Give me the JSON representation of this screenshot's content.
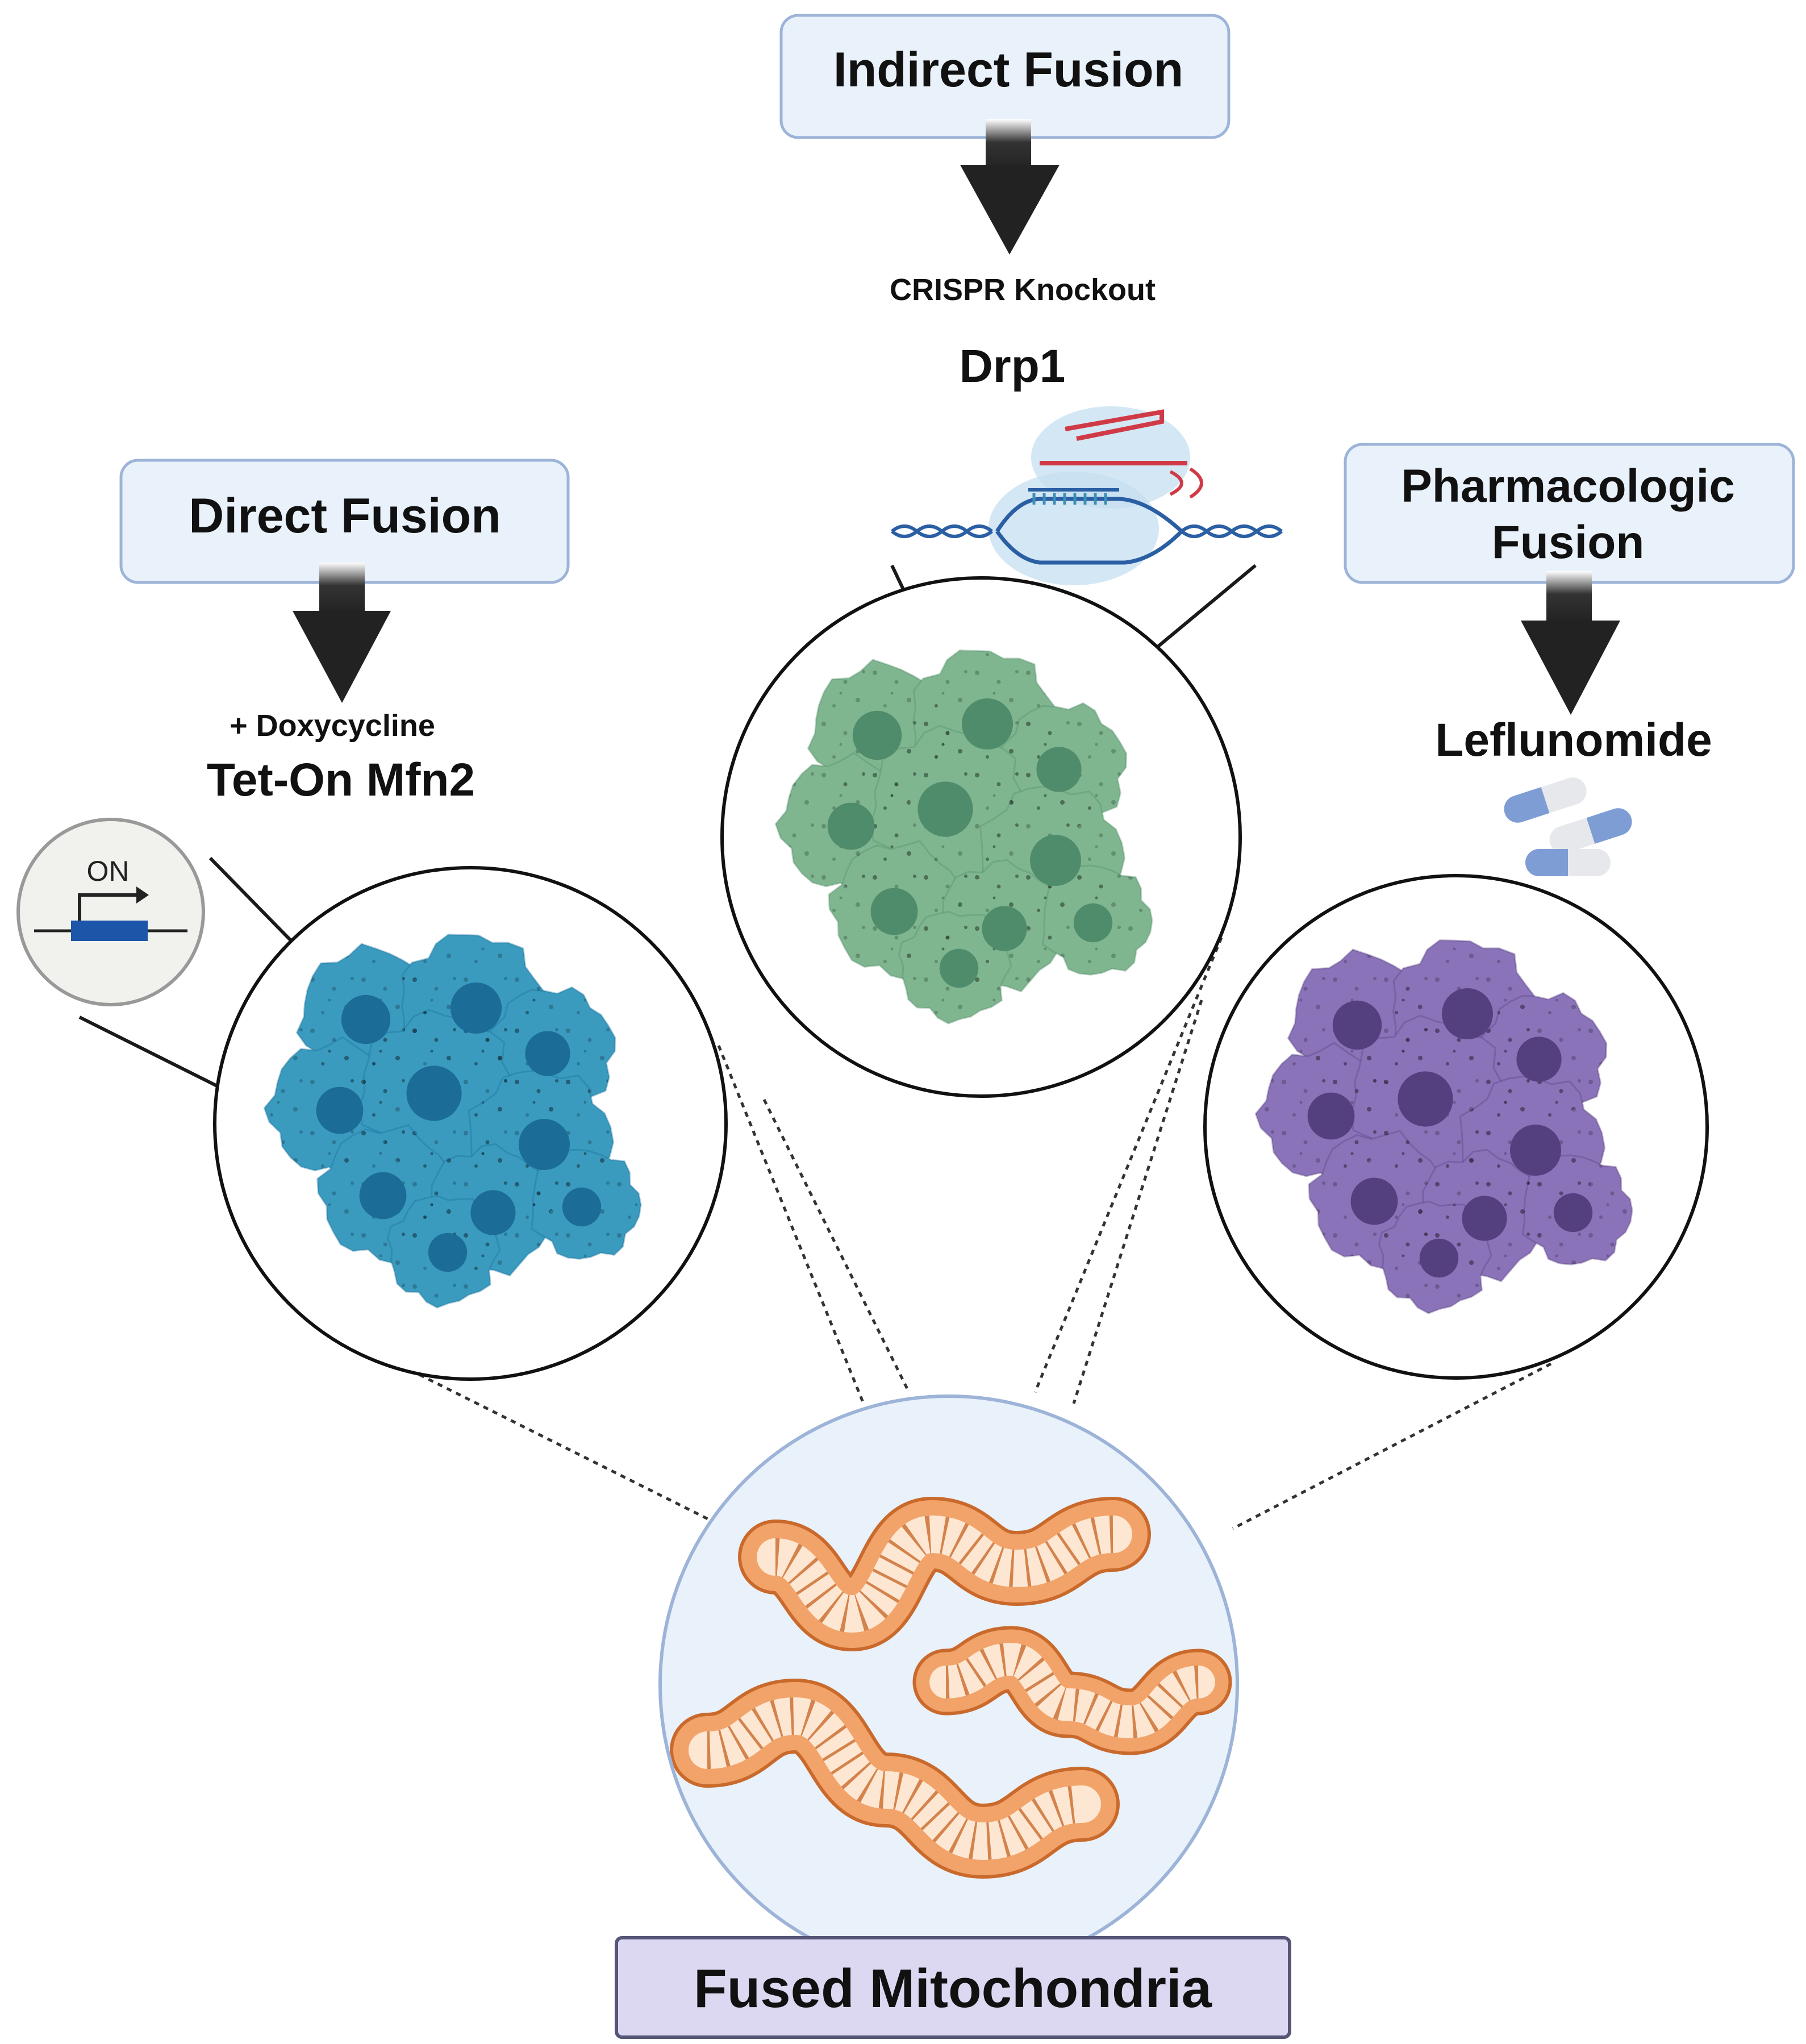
{
  "direct": {
    "title": "Direct Fusion",
    "treatment": "+ Doxycycline",
    "construct": "Tet-On Mfn2",
    "promoter_badge": "ON",
    "cell_color": "#3a9bbf",
    "nucleus_color": "#1b6d97"
  },
  "indirect": {
    "title": "Indirect Fusion",
    "method": "CRISPR Knockout",
    "target": "Drp1",
    "cell_color": "#7fb68f",
    "nucleus_color": "#4f8c6b"
  },
  "pharmacologic": {
    "title_line1": "Pharmacologic",
    "title_line2": "Fusion",
    "drug": "Leflunomide",
    "cell_color": "#8a73b8",
    "nucleus_color": "#55407f"
  },
  "outcome": {
    "label": "Fused Mitochondria",
    "mito_color": "#f2a36a",
    "mito_outline": "#c96a2c"
  },
  "colors": {
    "box_fill": "#e9f1fb",
    "box_stroke": "#9db4d8",
    "outcome_box_fill": "#dcd8f2",
    "outcome_box_stroke": "#555577",
    "arrow": "#222222"
  },
  "icons": [
    "gene-promoter-icon",
    "crispr-cas9-icon",
    "capsule-icon",
    "mitochondrion-icon"
  ]
}
